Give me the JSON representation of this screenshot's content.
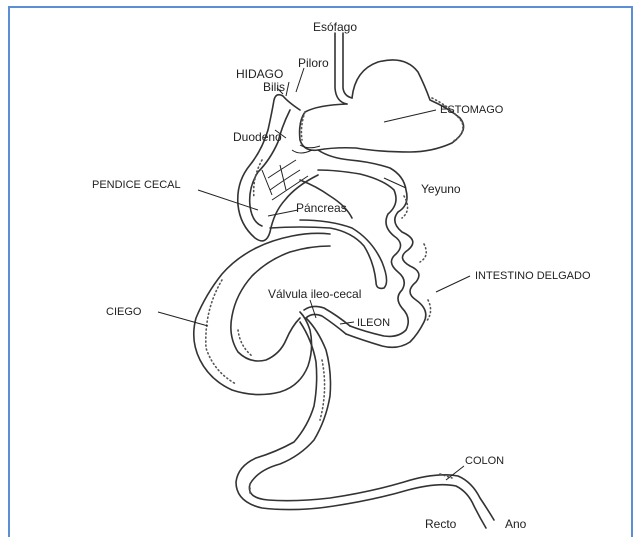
{
  "labels": {
    "esofago": "Esófago",
    "piloro": "Piloro",
    "hidago": "HIDAGO",
    "bilis": "Bilis",
    "estomago": "ESTOMAGO",
    "duodeno": "Duodeno",
    "yeyuno": "Yeyuno",
    "pendice_cecal": "PENDICE CECAL",
    "pancreas": "Páncreas",
    "intestino_delgado": "INTESTINO DELGADO",
    "valvula": "Válvula ileo-cecal",
    "ciego": "CIEGO",
    "ileon": "ILEON",
    "colon": "COLON",
    "recto": "Recto",
    "ano": "Ano"
  },
  "colors": {
    "frame": "#5b8fd6",
    "ink": "#222222"
  }
}
